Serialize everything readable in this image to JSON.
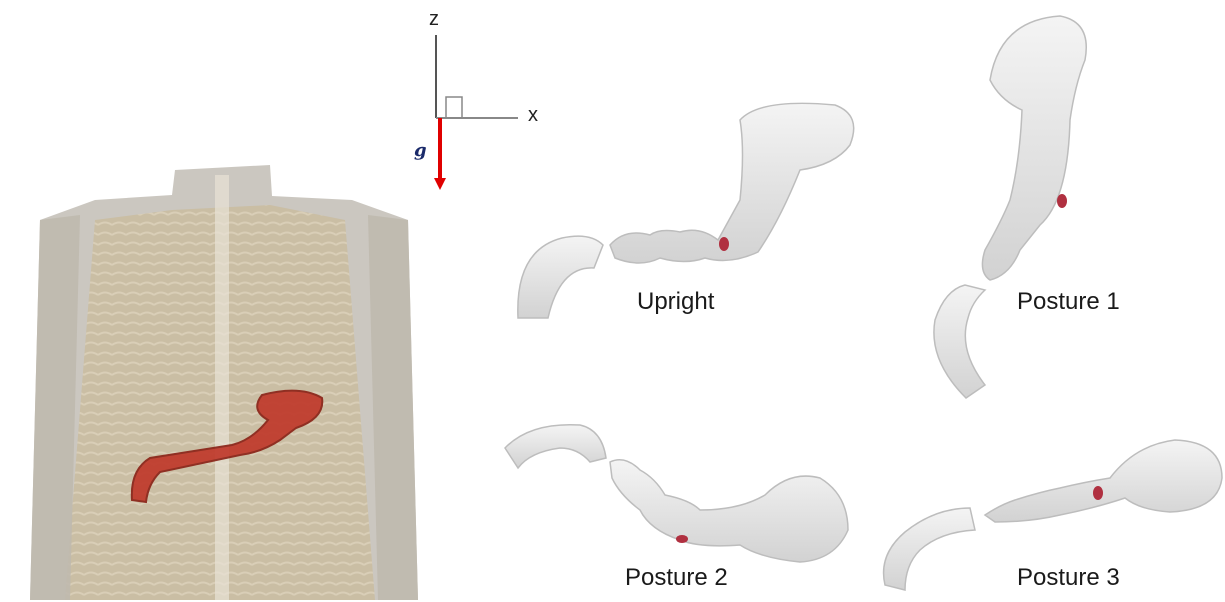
{
  "axes": {
    "z_label": "z",
    "x_label": "x",
    "gravity_label": "g"
  },
  "postures": [
    {
      "id": "upright",
      "label": "Upright"
    },
    {
      "id": "posture-1",
      "label": "Posture 1"
    },
    {
      "id": "posture-2",
      "label": "Posture 2"
    },
    {
      "id": "posture-3",
      "label": "Posture 3"
    }
  ],
  "colors": {
    "organ": "#c0392b",
    "gravity_arrow": "#e00000",
    "shell": "#e6e6e6",
    "marker": "#b03040"
  }
}
